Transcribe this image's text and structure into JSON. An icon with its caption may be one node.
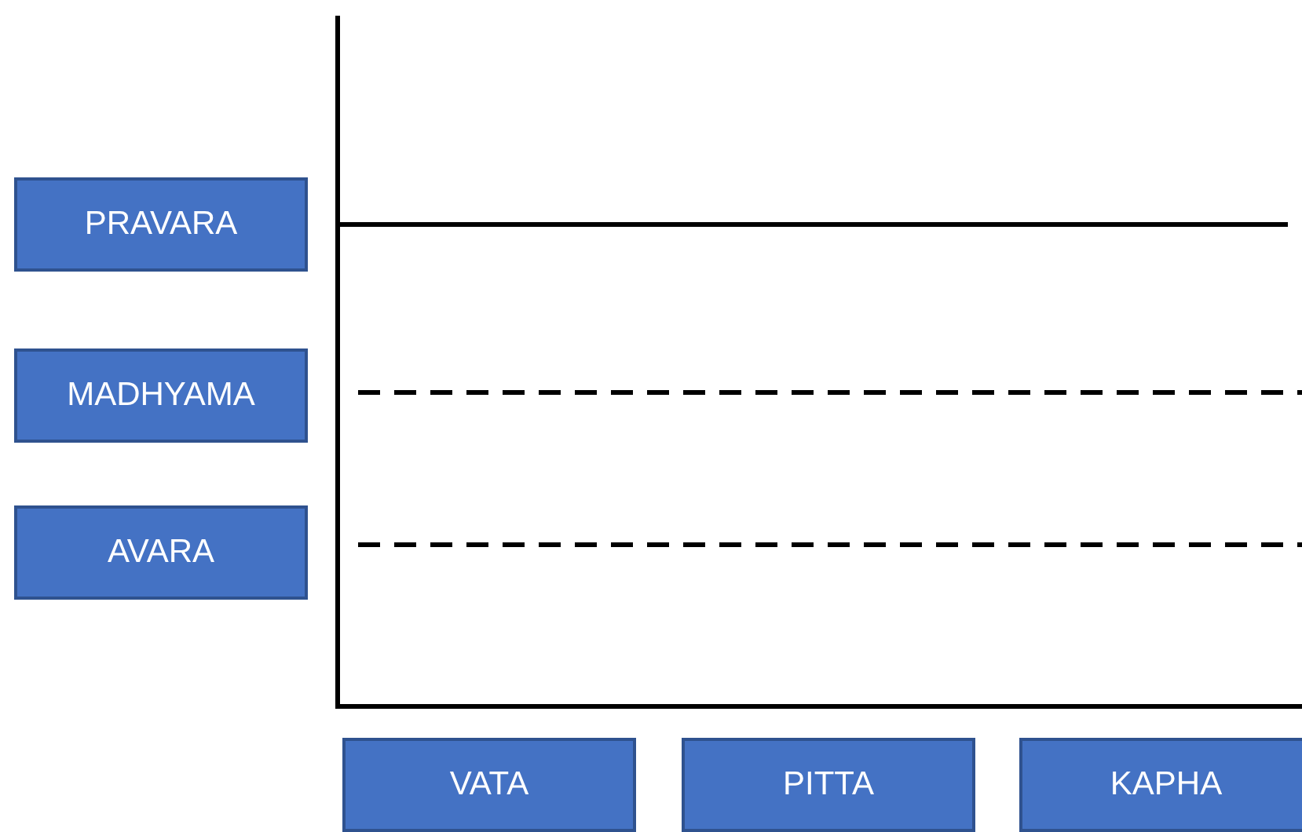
{
  "diagram": {
    "nodes": [
      {
        "text": [
          "PRAVARA"
        ]
      },
      {
        "text": [
          "MADHYAMA"
        ]
      },
      {
        "text": [
          "AVARA"
        ]
      },
      {
        "text": [
          "VATA"
        ]
      },
      {
        "text": [
          "PITTA"
        ]
      },
      {
        "text": [
          "KAPHA"
        ]
      }
    ],
    "edges": [
      {
        "from": 0,
        "to": null,
        "arrow": "none"
      },
      {
        "from": 1,
        "to": null,
        "arrow": "none",
        "style": "dashed"
      },
      {
        "from": 2,
        "to": null,
        "arrow": "none",
        "style": "dashed"
      }
    ]
  }
}
